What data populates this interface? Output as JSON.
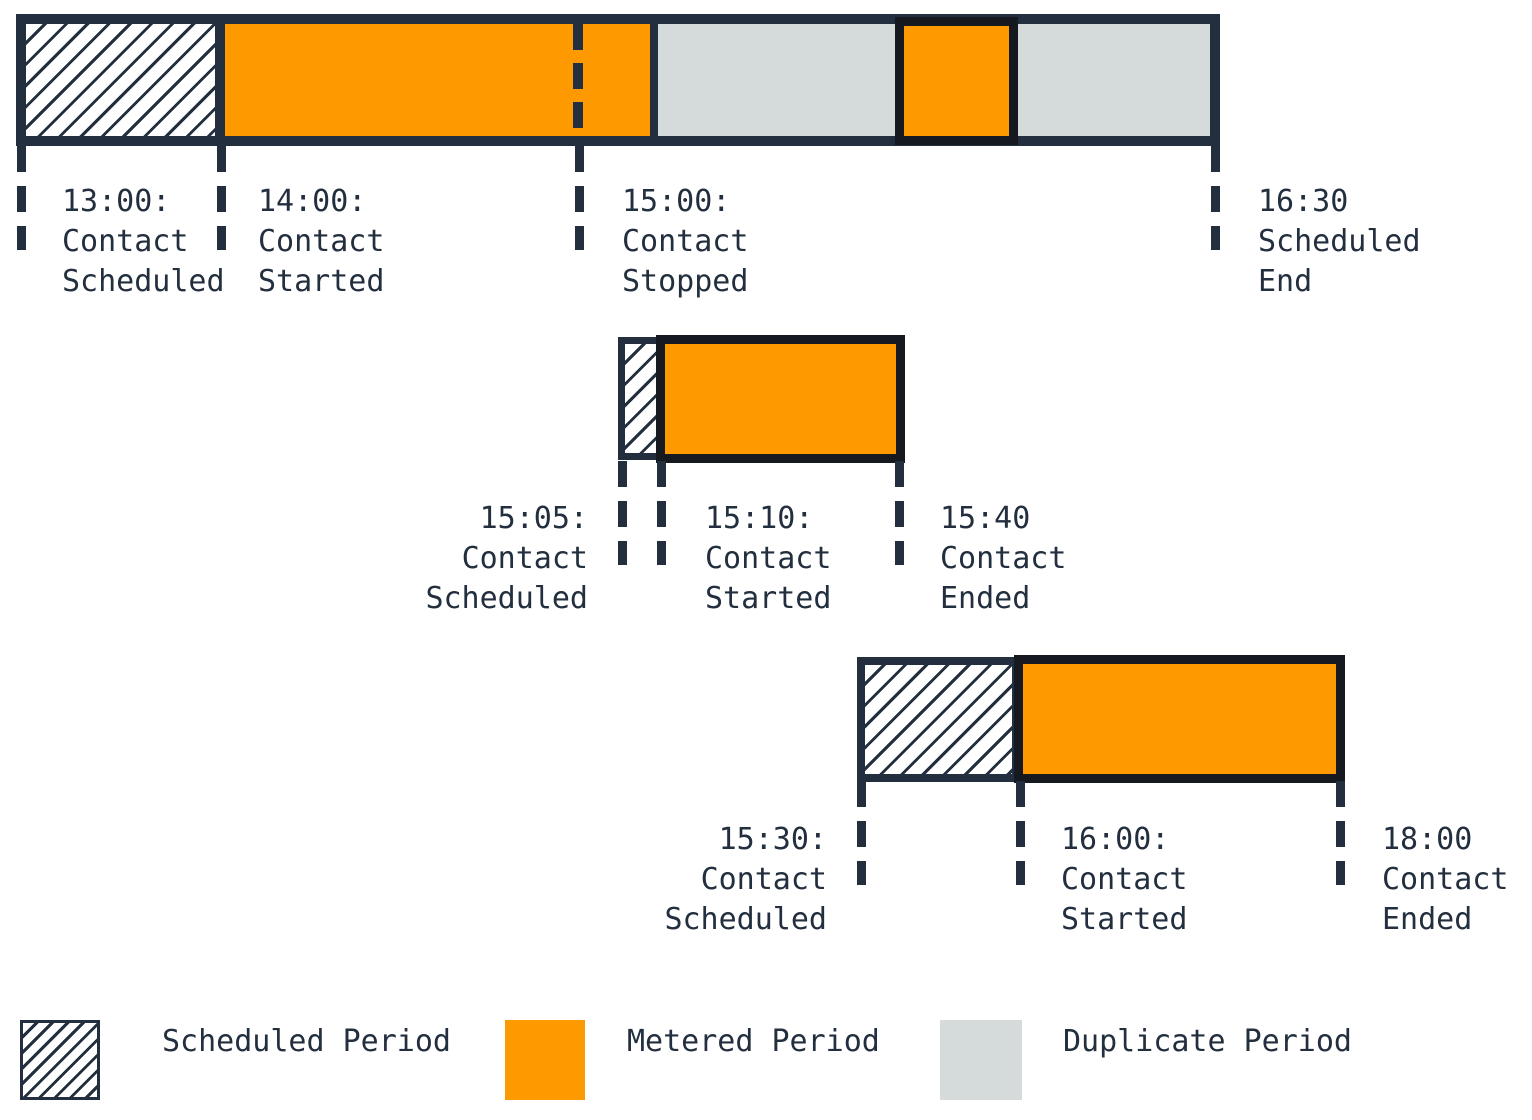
{
  "colors": {
    "outline_navy": "#232f3e",
    "metered_orange": "#ff9900",
    "metered_box_border": "#16191f",
    "duplicate_gray": "#d5dbdb",
    "background": "#ffffff"
  },
  "contacts": [
    {
      "id": "contact-1",
      "segments": [
        {
          "type": "scheduled"
        },
        {
          "type": "metered"
        },
        {
          "type": "duplicate"
        },
        {
          "type": "metered"
        },
        {
          "type": "duplicate"
        }
      ],
      "events": [
        {
          "label": "13:00:\nContact\nScheduled"
        },
        {
          "label": "14:00:\nContact\nStarted"
        },
        {
          "label": "15:00:\nContact\nStopped"
        },
        {
          "label": "16:30\nScheduled\nEnd"
        }
      ]
    },
    {
      "id": "contact-2",
      "segments": [
        {
          "type": "scheduled"
        },
        {
          "type": "metered"
        }
      ],
      "events": [
        {
          "label": "15:05:\nContact\nScheduled"
        },
        {
          "label": "15:10:\nContact\nStarted"
        },
        {
          "label": "15:40\nContact\nEnded"
        }
      ]
    },
    {
      "id": "contact-3",
      "segments": [
        {
          "type": "scheduled"
        },
        {
          "type": "metered"
        }
      ],
      "events": [
        {
          "label": "15:30:\nContact\nScheduled"
        },
        {
          "label": "16:00:\nContact\nStarted"
        },
        {
          "label": "18:00\nContact\nEnded"
        }
      ]
    }
  ],
  "legend": {
    "items": [
      {
        "label": "Scheduled Period",
        "type": "scheduled"
      },
      {
        "label": "Metered Period",
        "type": "metered"
      },
      {
        "label": "Duplicate Period",
        "type": "duplicate"
      }
    ]
  }
}
